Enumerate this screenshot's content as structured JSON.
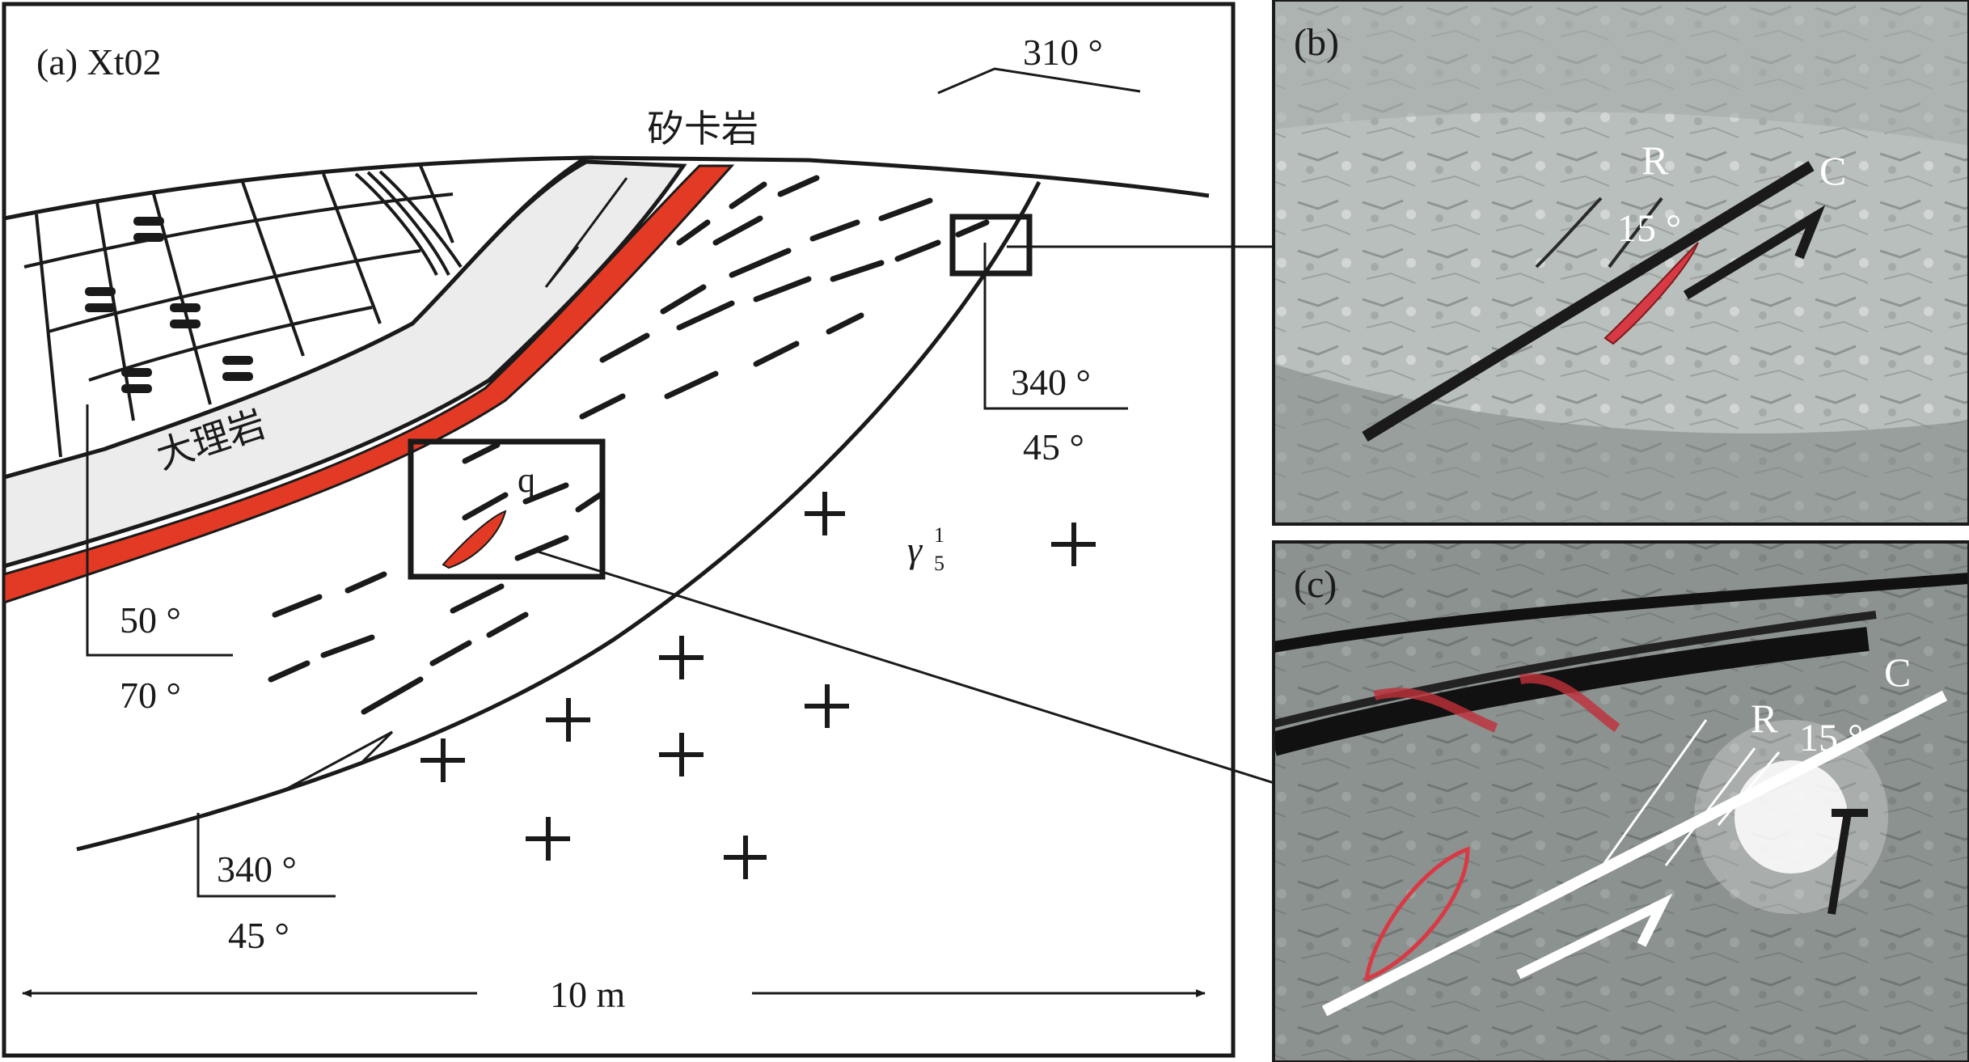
{
  "panel_a": {
    "label": "(a) Xt02",
    "skarn": "矽卡岩",
    "marble": "大理岩",
    "granite_symbol": "γ",
    "granite_super": "1",
    "granite_sub": "5",
    "q_label": "q",
    "orient_top": {
      "dir": "310 °"
    },
    "orient_right": {
      "dir": "340 °",
      "dip": "45 °"
    },
    "orient_left": {
      "dir": "50 °",
      "dip": "70 °"
    },
    "orient_bottom": {
      "dir": "340 °",
      "dip": "45 °"
    },
    "scale": "10 m"
  },
  "panel_b": {
    "label": "(b)",
    "r": "R",
    "c": "C",
    "angle": "15 °"
  },
  "panel_c": {
    "label": "(c)",
    "r": "R",
    "c": "C",
    "angle": "15 °"
  },
  "colors": {
    "skarn_red": "#e23a24",
    "line": "#1a1a1a",
    "marble_fill": "#ececec"
  }
}
